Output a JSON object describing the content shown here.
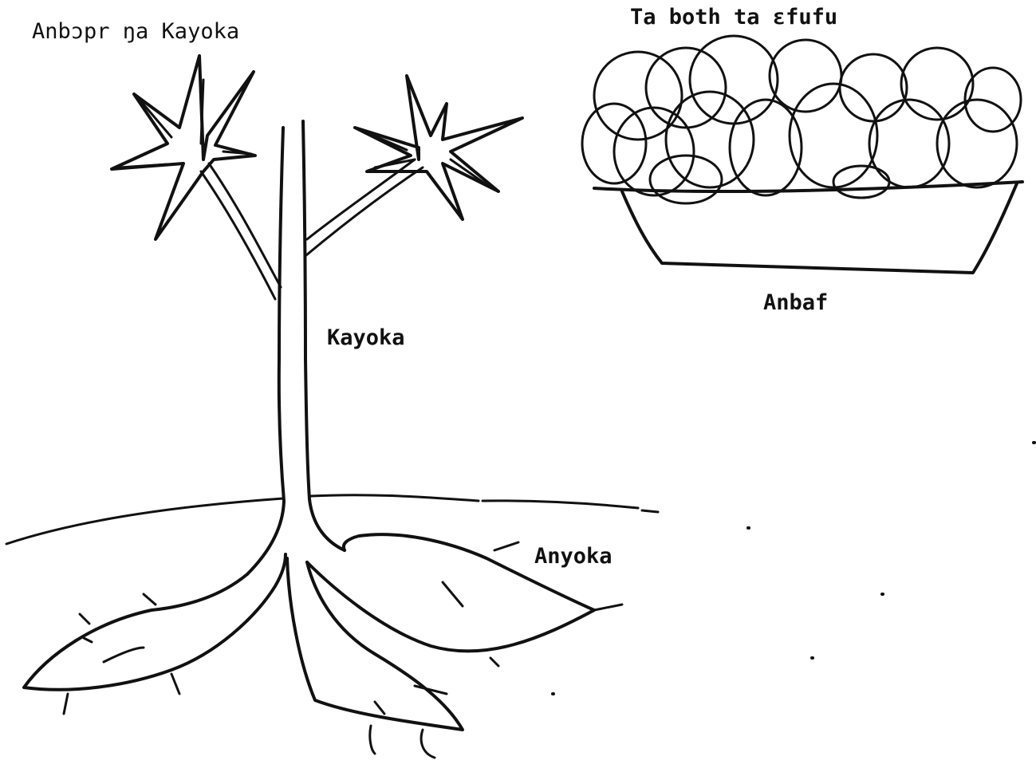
{
  "labels": {
    "plant_title": "Anbɔpr ŋa Kayoka",
    "basket_title": "Ta both ta ɛfufu",
    "stem": "Kayoka",
    "roots": "Anyoka",
    "basket": "Anbaf"
  },
  "colors": {
    "ink": "#111111",
    "paper": "#ffffff"
  }
}
